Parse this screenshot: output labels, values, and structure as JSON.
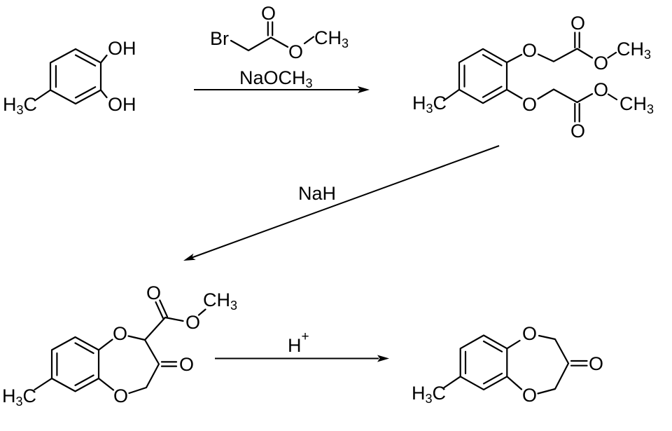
{
  "colors": {
    "background": "#ffffff",
    "ink": "#000000"
  },
  "atoms": {
    "oxygen": "O",
    "hydroxyl": "OH",
    "bromine": "Br"
  },
  "fragments": {
    "h3c": {
      "h": "H",
      "sub": "3",
      "c": "C"
    },
    "ch3": {
      "c": "C",
      "h": "H",
      "sub": "3"
    }
  },
  "reagents": {
    "step1": {
      "text": "NaOCH",
      "sub": "3"
    },
    "step2": {
      "text": "NaH"
    },
    "step3": {
      "text": "H",
      "sup": "+"
    }
  }
}
